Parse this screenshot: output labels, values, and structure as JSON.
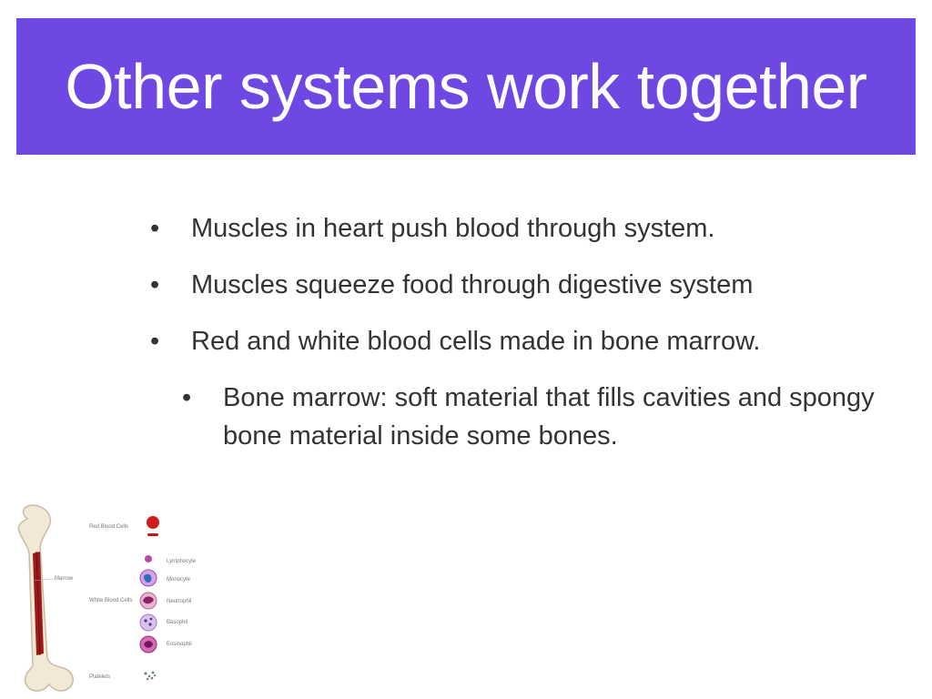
{
  "slide": {
    "title": "Other systems work together",
    "title_bg": "#6f47e2",
    "bullets": [
      "Muscles in heart push blood through system.",
      "Muscles squeeze food through digestive system",
      "Red and white blood cells made in bone marrow."
    ],
    "sub_bullets": [
      "Bone marrow: soft material that fills cavities and spongy bone material inside some bones."
    ],
    "bullet_glyph": "•"
  },
  "illustration": {
    "name": "bone-marrow-diagram",
    "labels": {
      "red_blood_cells": "Red Blood Cells",
      "marrow": "Marrow",
      "white_blood_cells": "White Blood Cells",
      "platelets": "Platelets",
      "lymphocyte": "Lymphocyte",
      "monocyte": "Monocyte",
      "neutrophil": "Neutrophil",
      "basophil": "Basophil",
      "eosinophil": "Eosinophil"
    }
  }
}
